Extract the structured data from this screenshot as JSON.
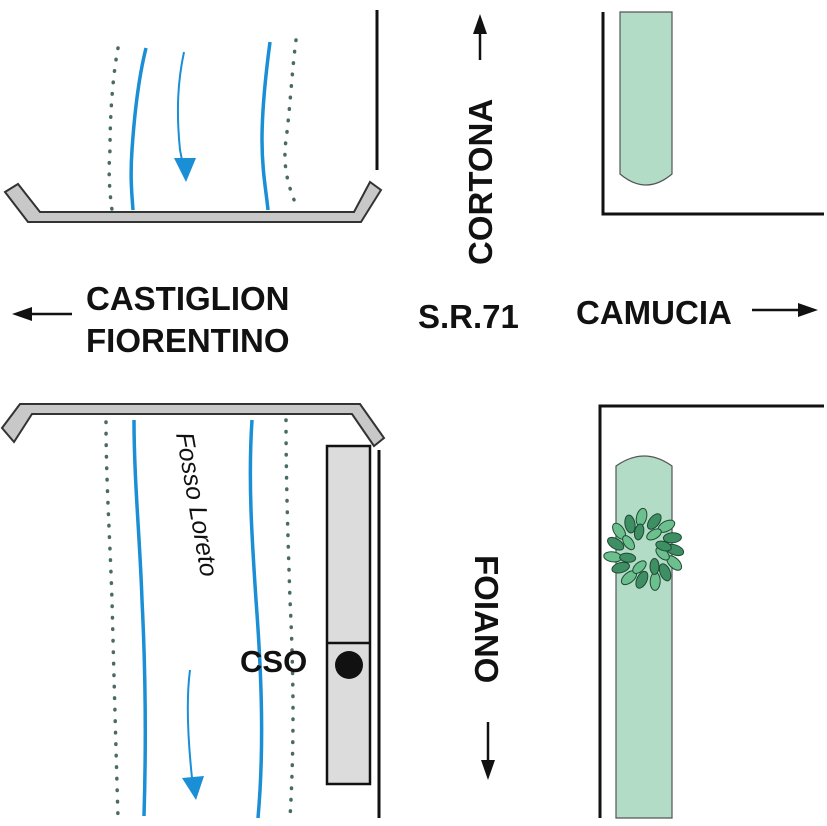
{
  "labels": {
    "cortona": "CORTONA",
    "castiglion_line1": "CASTIGLION",
    "castiglion_line2": "FIORENTINO",
    "road": "S.R.71",
    "camucia": "CAMUCIA",
    "foiano": "FOIANO",
    "stream": "Fosso Loreto",
    "cso": "CSO"
  },
  "colors": {
    "stream_line": "#1a8fd6",
    "stream_bank_dots": "#4a6a66",
    "bridge_fill": "#c8c8c8",
    "green_strip": "#b3dcc6",
    "tank_fill": "#dcdcdc",
    "ink": "#111111",
    "tree_dark": "#3f8f64",
    "tree_light": "#6cc08e"
  },
  "icons": {
    "arrow_up": "arrow-up-icon",
    "arrow_down": "arrow-down-icon",
    "arrow_left": "arrow-left-icon",
    "arrow_right": "arrow-right-icon",
    "flow_arrow": "flow-direction-icon",
    "tree": "tree-icon",
    "cso_point": "overflow-point-icon"
  }
}
